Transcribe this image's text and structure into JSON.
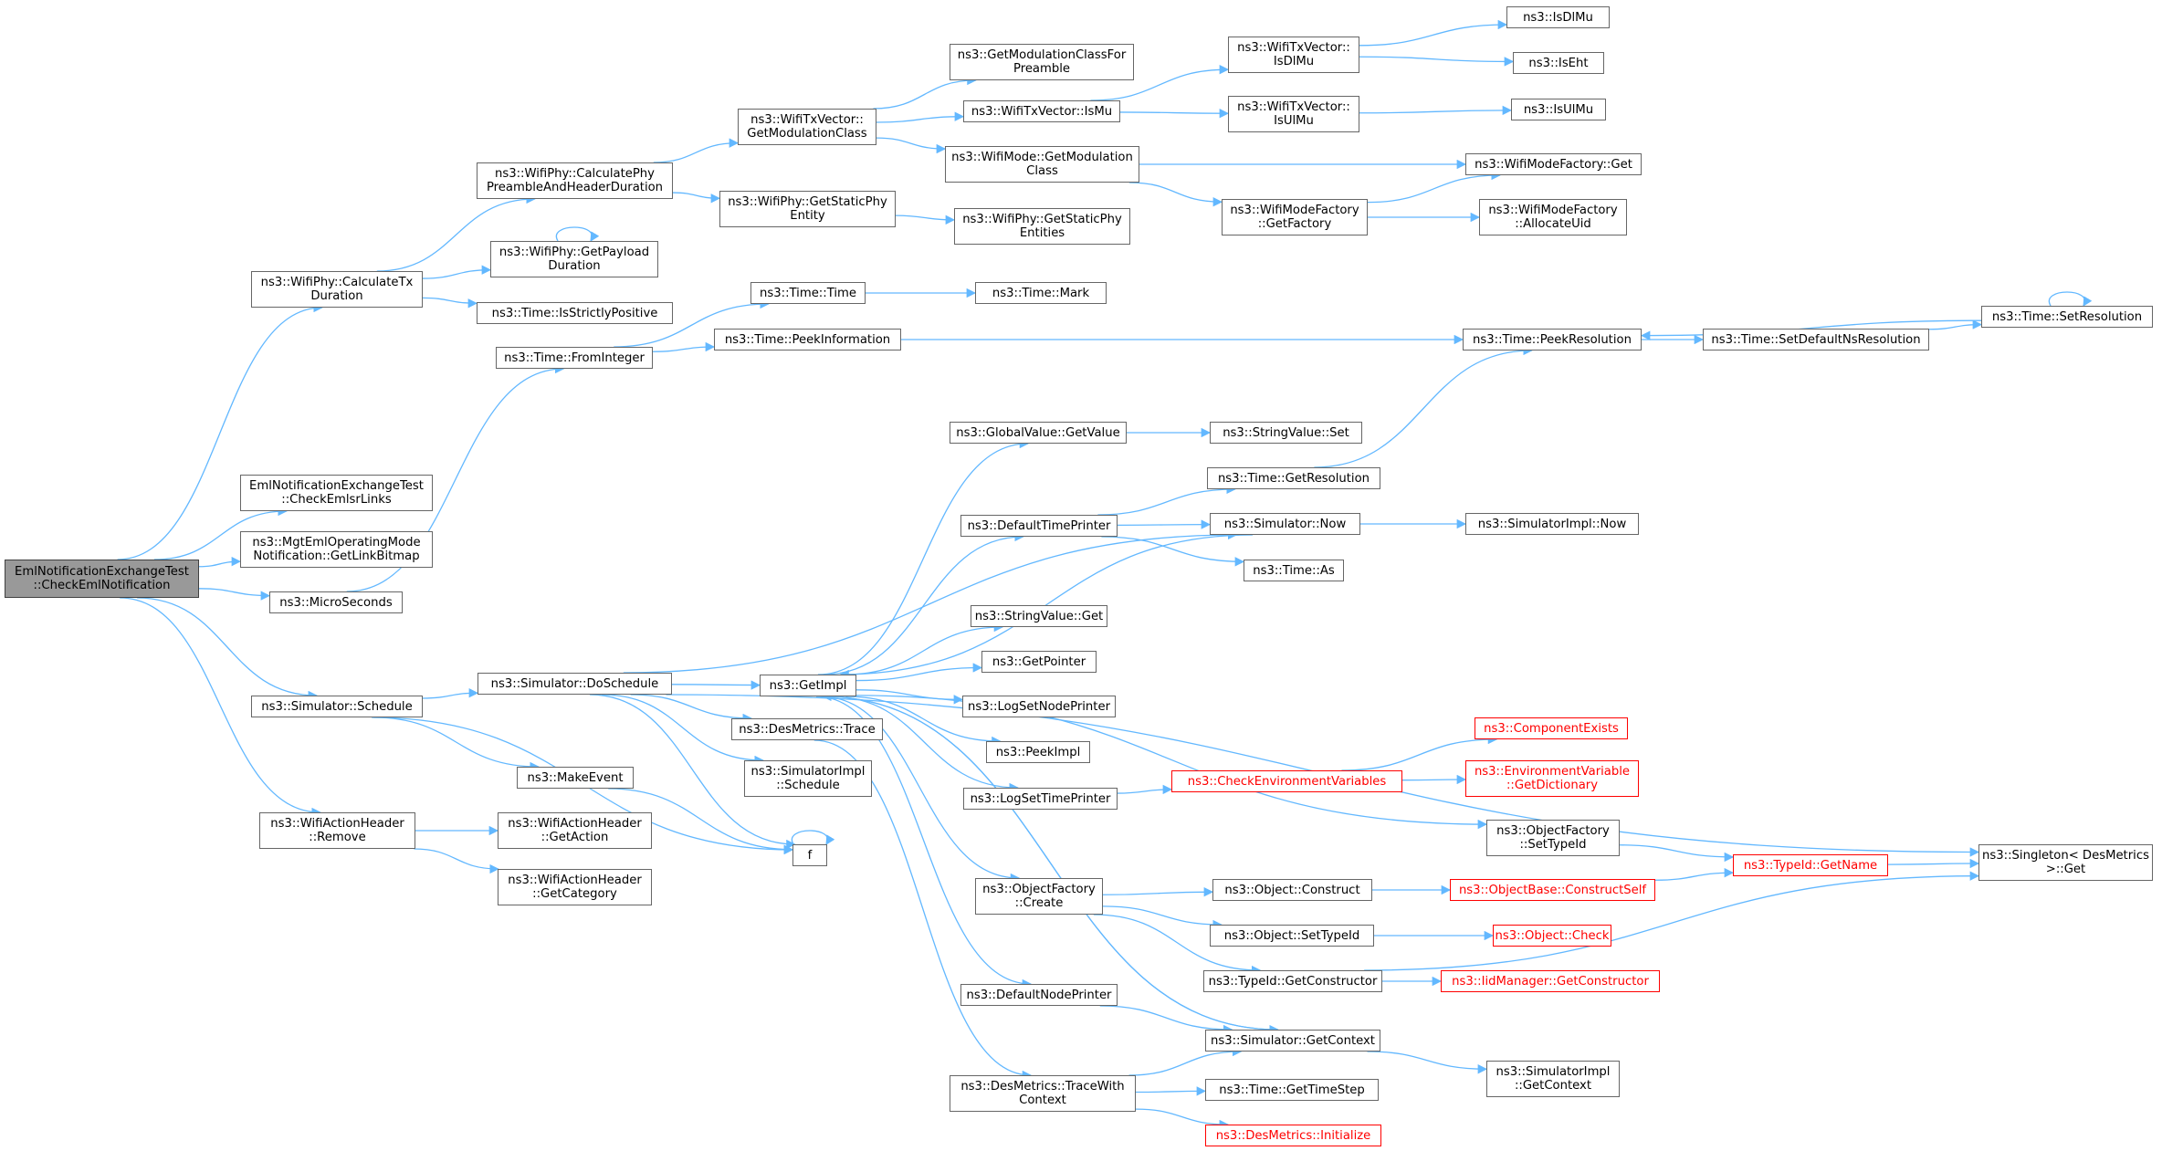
{
  "colors": {
    "edge": "#63b8ff",
    "node_border": "#666666",
    "root_fill": "#999999",
    "truncated": "#ff0000"
  },
  "nodes": [
    {
      "id": "root",
      "label": "EmlNotificationExchangeTest\n::CheckEmlNotification",
      "kind": "root"
    },
    {
      "id": "calctx",
      "label": "ns3::WifiPhy::CalculateTx\nDuration"
    },
    {
      "id": "checkemlsr",
      "label": "EmlNotificationExchangeTest\n::CheckEmlsrLinks"
    },
    {
      "id": "getlinkbitmap",
      "label": "ns3::MgtEmlOperatingMode\nNotification::GetLinkBitmap"
    },
    {
      "id": "microseconds",
      "label": "ns3::MicroSeconds"
    },
    {
      "id": "simschedule",
      "label": "ns3::Simulator::Schedule"
    },
    {
      "id": "wahremove",
      "label": "ns3::WifiActionHeader\n::Remove"
    },
    {
      "id": "calcpreamble",
      "label": "ns3::WifiPhy::CalculatePhy\nPreambleAndHeaderDuration"
    },
    {
      "id": "getpayload",
      "label": "ns3::WifiPhy::GetPayload\nDuration"
    },
    {
      "id": "isstrictlypos",
      "label": "ns3::Time::IsStrictlyPositive"
    },
    {
      "id": "frominteger",
      "label": "ns3::Time::FromInteger"
    },
    {
      "id": "doschedule",
      "label": "ns3::Simulator::DoSchedule"
    },
    {
      "id": "makeevent",
      "label": "ns3::MakeEvent"
    },
    {
      "id": "f",
      "label": "f"
    },
    {
      "id": "getaction",
      "label": "ns3::WifiActionHeader\n::GetAction"
    },
    {
      "id": "getcategory",
      "label": "ns3::WifiActionHeader\n::GetCategory"
    },
    {
      "id": "getmodclass",
      "label": "ns3::WifiTxVector::\nGetModulationClass"
    },
    {
      "id": "getstaticphy",
      "label": "ns3::WifiPhy::GetStaticPhy\nEntity"
    },
    {
      "id": "timetime",
      "label": "ns3::Time::Time"
    },
    {
      "id": "peekinfo",
      "label": "ns3::Time::PeekInformation"
    },
    {
      "id": "getimpl",
      "label": "ns3::GetImpl"
    },
    {
      "id": "desmetricstrace",
      "label": "ns3::DesMetrics::Trace"
    },
    {
      "id": "simimplschedule",
      "label": "ns3::SimulatorImpl\n::Schedule"
    },
    {
      "id": "getmodforpreamble",
      "label": "ns3::GetModulationClassFor\nPreamble"
    },
    {
      "id": "ismu",
      "label": "ns3::WifiTxVector::IsMu"
    },
    {
      "id": "wifimodegetmod",
      "label": "ns3::WifiMode::GetModulation\nClass"
    },
    {
      "id": "getstaticphyentities",
      "label": "ns3::WifiPhy::GetStaticPhy\nEntities"
    },
    {
      "id": "timemark",
      "label": "ns3::Time::Mark"
    },
    {
      "id": "globalgetvalue",
      "label": "ns3::GlobalValue::GetValue"
    },
    {
      "id": "defaulttimeprinter",
      "label": "ns3::DefaultTimePrinter"
    },
    {
      "id": "stringvalueget",
      "label": "ns3::StringValue::Get"
    },
    {
      "id": "getpointer",
      "label": "ns3::GetPointer"
    },
    {
      "id": "logsetnodeprinter",
      "label": "ns3::LogSetNodePrinter"
    },
    {
      "id": "peekimpl",
      "label": "ns3::PeekImpl"
    },
    {
      "id": "logsettimeprinter",
      "label": "ns3::LogSetTimePrinter"
    },
    {
      "id": "objfactorycreate",
      "label": "ns3::ObjectFactory\n::Create"
    },
    {
      "id": "defaultnodeprinter",
      "label": "ns3::DefaultNodePrinter"
    },
    {
      "id": "tracewithcontext",
      "label": "ns3::DesMetrics::TraceWith\nContext"
    },
    {
      "id": "isdlmu_vec",
      "label": "ns3::WifiTxVector::\nIsDlMu"
    },
    {
      "id": "isulmu_vec",
      "label": "ns3::WifiTxVector::\nIsUlMu"
    },
    {
      "id": "wmfgetfactory",
      "label": "ns3::WifiModeFactory\n::GetFactory"
    },
    {
      "id": "stringvalueset",
      "label": "ns3::StringValue::Set"
    },
    {
      "id": "timegetres",
      "label": "ns3::Time::GetResolution"
    },
    {
      "id": "simnow",
      "label": "ns3::Simulator::Now"
    },
    {
      "id": "timeas",
      "label": "ns3::Time::As"
    },
    {
      "id": "checkenvvars",
      "label": "ns3::CheckEnvironmentVariables",
      "kind": "trunc"
    },
    {
      "id": "objconstruct",
      "label": "ns3::Object::Construct"
    },
    {
      "id": "objsettypeid",
      "label": "ns3::Object::SetTypeId"
    },
    {
      "id": "typeidgetctor",
      "label": "ns3::TypeId::GetConstructor"
    },
    {
      "id": "simgetcontext",
      "label": "ns3::Simulator::GetContext"
    },
    {
      "id": "timegettimestep",
      "label": "ns3::Time::GetTimeStep"
    },
    {
      "id": "desmetricsinit",
      "label": "ns3::DesMetrics::Initialize",
      "kind": "trunc"
    },
    {
      "id": "isdlmu",
      "label": "ns3::IsDlMu"
    },
    {
      "id": "iseht",
      "label": "ns3::IsEht"
    },
    {
      "id": "isulmu",
      "label": "ns3::IsUlMu"
    },
    {
      "id": "wmfget",
      "label": "ns3::WifiModeFactory::Get"
    },
    {
      "id": "wmfallocuid",
      "label": "ns3::WifiModeFactory\n::AllocateUid"
    },
    {
      "id": "peekres",
      "label": "ns3::Time::PeekResolution"
    },
    {
      "id": "simimplnow",
      "label": "ns3::SimulatorImpl::Now"
    },
    {
      "id": "compexists",
      "label": "ns3::ComponentExists",
      "kind": "trunc"
    },
    {
      "id": "envvargetdict",
      "label": "ns3::EnvironmentVariable\n::GetDictionary",
      "kind": "trunc"
    },
    {
      "id": "objfactorysettypeid",
      "label": "ns3::ObjectFactory\n::SetTypeId"
    },
    {
      "id": "objbaseconstructself",
      "label": "ns3::ObjectBase::ConstructSelf",
      "kind": "trunc"
    },
    {
      "id": "objcheck",
      "label": "ns3::Object::Check",
      "kind": "trunc"
    },
    {
      "id": "iidmgrgetctor",
      "label": "ns3::IidManager::GetConstructor",
      "kind": "trunc"
    },
    {
      "id": "simimplgetcontext",
      "label": "ns3::SimulatorImpl\n::GetContext"
    },
    {
      "id": "setdefaultnsres",
      "label": "ns3::Time::SetDefaultNsResolution"
    },
    {
      "id": "typeidgetname",
      "label": "ns3::TypeId::GetName",
      "kind": "trunc"
    },
    {
      "id": "settresolution",
      "label": "ns3::Time::SetResolution"
    },
    {
      "id": "singletonget",
      "label": "ns3::Singleton< DesMetrics\n>::Get"
    }
  ],
  "edges": [
    [
      "root",
      "calctx"
    ],
    [
      "root",
      "checkemlsr"
    ],
    [
      "root",
      "getlinkbitmap"
    ],
    [
      "root",
      "microseconds"
    ],
    [
      "root",
      "simschedule"
    ],
    [
      "root",
      "wahremove"
    ],
    [
      "calctx",
      "calcpreamble"
    ],
    [
      "calctx",
      "getpayload"
    ],
    [
      "calctx",
      "isstrictlypos"
    ],
    [
      "microseconds",
      "frominteger"
    ],
    [
      "simschedule",
      "doschedule"
    ],
    [
      "simschedule",
      "makeevent"
    ],
    [
      "simschedule",
      "f"
    ],
    [
      "wahremove",
      "getaction"
    ],
    [
      "wahremove",
      "getcategory"
    ],
    [
      "calcpreamble",
      "getmodclass"
    ],
    [
      "calcpreamble",
      "getstaticphy"
    ],
    [
      "getpayload",
      "getpayload"
    ],
    [
      "frominteger",
      "timetime"
    ],
    [
      "frominteger",
      "peekinfo"
    ],
    [
      "doschedule",
      "getimpl"
    ],
    [
      "doschedule",
      "desmetricstrace"
    ],
    [
      "doschedule",
      "simimplschedule"
    ],
    [
      "doschedule",
      "f"
    ],
    [
      "doschedule",
      "simnow"
    ],
    [
      "doschedule",
      "singletonget"
    ],
    [
      "makeevent",
      "f"
    ],
    [
      "f",
      "f"
    ],
    [
      "getmodclass",
      "getmodforpreamble"
    ],
    [
      "getmodclass",
      "ismu"
    ],
    [
      "getmodclass",
      "wifimodegetmod"
    ],
    [
      "getstaticphy",
      "getstaticphyentities"
    ],
    [
      "timetime",
      "timemark"
    ],
    [
      "peekinfo",
      "peekres"
    ],
    [
      "getimpl",
      "globalgetvalue"
    ],
    [
      "getimpl",
      "defaulttimeprinter"
    ],
    [
      "getimpl",
      "stringvalueget"
    ],
    [
      "getimpl",
      "getpointer"
    ],
    [
      "getimpl",
      "logsetnodeprinter"
    ],
    [
      "getimpl",
      "peekimpl"
    ],
    [
      "getimpl",
      "logsettimeprinter"
    ],
    [
      "getimpl",
      "objfactorysettypeid"
    ],
    [
      "getimpl",
      "objfactorycreate"
    ],
    [
      "getimpl",
      "defaultnodeprinter"
    ],
    [
      "getimpl",
      "simgetcontext"
    ],
    [
      "desmetricstrace",
      "tracewithcontext"
    ],
    [
      "ismu",
      "isdlmu_vec"
    ],
    [
      "ismu",
      "isulmu_vec"
    ],
    [
      "wifimodegetmod",
      "wmfget"
    ],
    [
      "wifimodegetmod",
      "wmfgetfactory"
    ],
    [
      "globalgetvalue",
      "stringvalueset"
    ],
    [
      "defaulttimeprinter",
      "timegetres"
    ],
    [
      "defaulttimeprinter",
      "simnow"
    ],
    [
      "defaulttimeprinter",
      "timeas"
    ],
    [
      "logsettimeprinter",
      "checkenvvars"
    ],
    [
      "objfactorycreate",
      "objconstruct"
    ],
    [
      "objfactorycreate",
      "objsettypeid"
    ],
    [
      "objfactorycreate",
      "typeidgetctor"
    ],
    [
      "defaultnodeprinter",
      "simgetcontext"
    ],
    [
      "tracewithcontext",
      "simgetcontext"
    ],
    [
      "tracewithcontext",
      "timegettimestep"
    ],
    [
      "tracewithcontext",
      "desmetricsinit"
    ],
    [
      "isdlmu_vec",
      "isdlmu"
    ],
    [
      "isdlmu_vec",
      "iseht"
    ],
    [
      "isulmu_vec",
      "isulmu"
    ],
    [
      "wmfgetfactory",
      "wmfget"
    ],
    [
      "wmfgetfactory",
      "wmfallocuid"
    ],
    [
      "timegetres",
      "peekres"
    ],
    [
      "simnow",
      "simimplnow"
    ],
    [
      "simnow",
      "getimpl"
    ],
    [
      "checkenvvars",
      "compexists"
    ],
    [
      "checkenvvars",
      "envvargetdict"
    ],
    [
      "objfactorysettypeid",
      "typeidgetname"
    ],
    [
      "objconstruct",
      "objbaseconstructself"
    ],
    [
      "objsettypeid",
      "objcheck"
    ],
    [
      "typeidgetctor",
      "iidmgrgetctor"
    ],
    [
      "typeidgetctor",
      "singletonget"
    ],
    [
      "simgetcontext",
      "simimplgetcontext"
    ],
    [
      "simgetcontext",
      "getimpl"
    ],
    [
      "peekres",
      "setdefaultnsres"
    ],
    [
      "setdefaultnsres",
      "settresolution"
    ],
    [
      "settresolution",
      "peekres"
    ],
    [
      "settresolution",
      "settresolution"
    ],
    [
      "objbaseconstructself",
      "typeidgetname"
    ],
    [
      "typeidgetname",
      "singletonget"
    ]
  ]
}
